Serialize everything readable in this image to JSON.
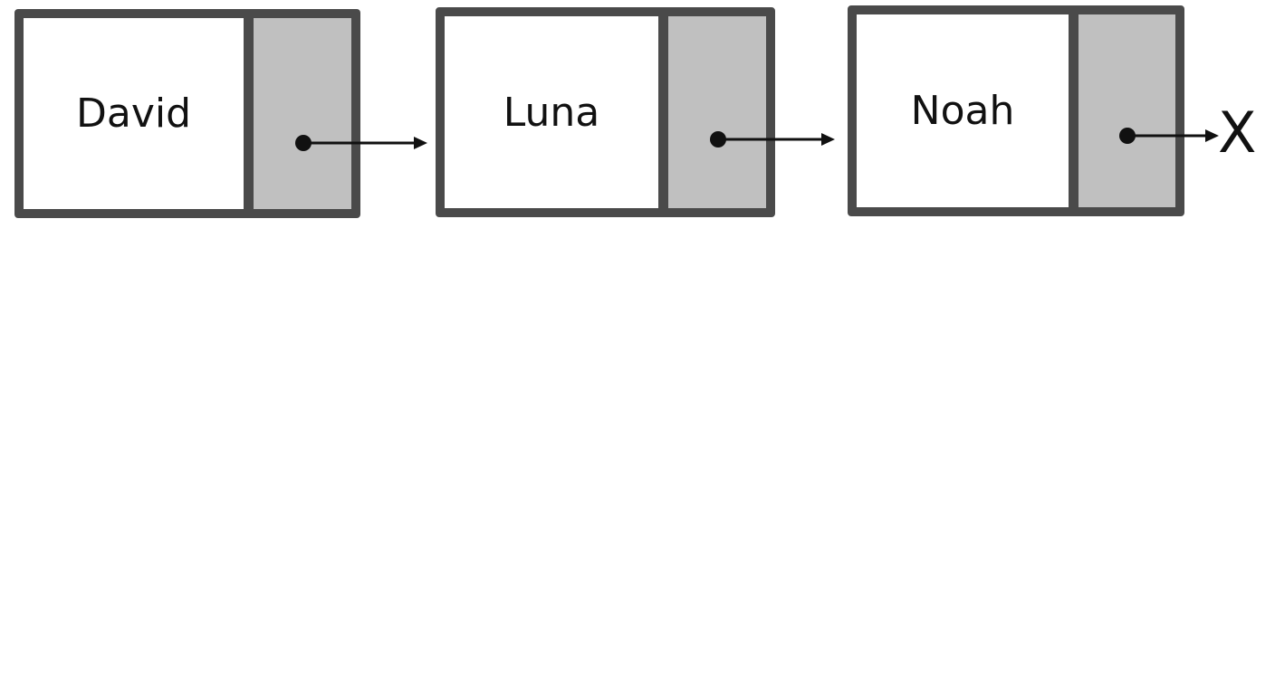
{
  "nodes": [
    {
      "value": "David"
    },
    {
      "value": "Luna"
    },
    {
      "value": "Noah"
    }
  ],
  "terminator": "X",
  "colors": {
    "border": "#4a4a4a",
    "pointer_cell": "#c0c0c0",
    "arrow": "#111111"
  }
}
